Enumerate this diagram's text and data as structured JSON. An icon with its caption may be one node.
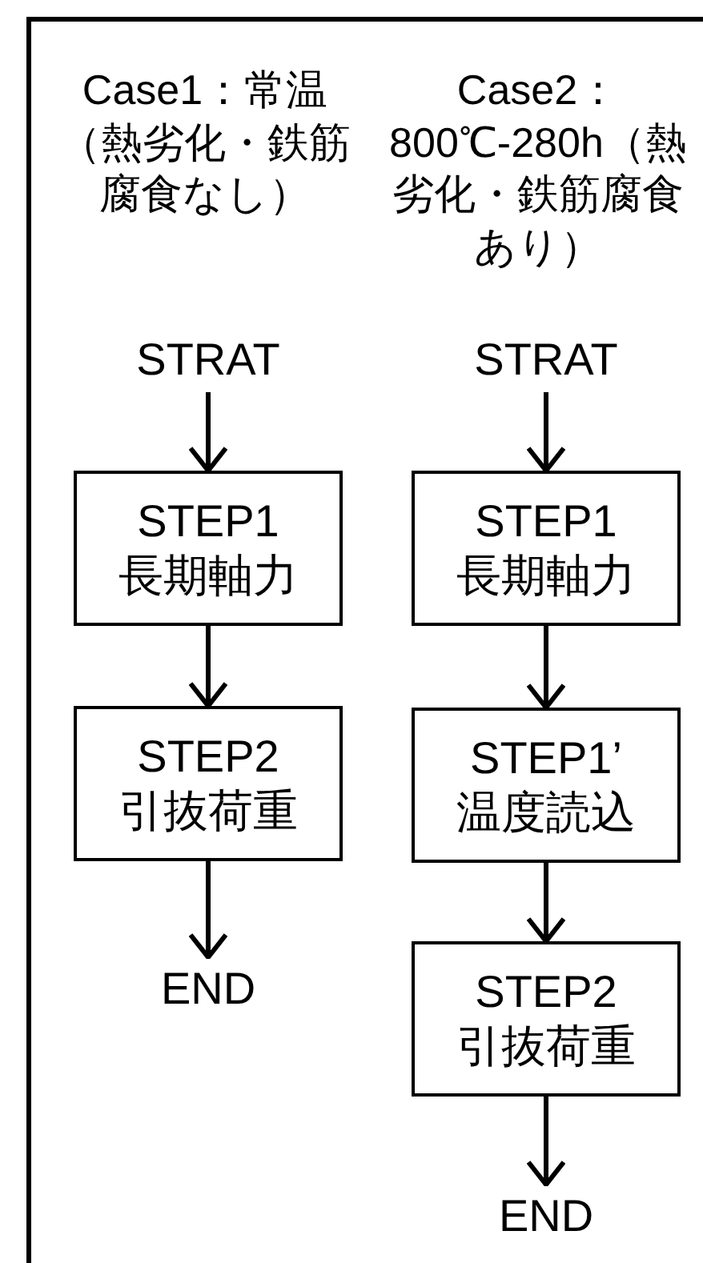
{
  "diagram": {
    "nodes": [
      {
        "text": [
          "STRAT"
        ]
      },
      {
        "text": [
          "STEP1",
          "長期軸力"
        ]
      },
      {
        "text": [
          "STEP2",
          "引抜荷重"
        ]
      },
      {
        "text": [
          "END"
        ]
      },
      {
        "text": [
          "STRAT"
        ]
      },
      {
        "text": [
          "STEP1",
          "長期軸力"
        ]
      },
      {
        "text": [
          "STEP1’",
          "温度読込"
        ]
      },
      {
        "text": [
          "STEP2",
          "引抜荷重"
        ]
      },
      {
        "text": [
          "END"
        ]
      }
    ],
    "edges": [
      {
        "from": 0,
        "to": 1,
        "arrow": "to"
      },
      {
        "from": 1,
        "to": 2,
        "arrow": "to"
      },
      {
        "from": 2,
        "to": 3,
        "arrow": "to"
      },
      {
        "from": 4,
        "to": 5,
        "arrow": "to"
      },
      {
        "from": 5,
        "to": 6,
        "arrow": "to"
      },
      {
        "from": 6,
        "to": 7,
        "arrow": "to"
      },
      {
        "from": 7,
        "to": 8,
        "arrow": "to"
      }
    ],
    "labels": [
      "Case1：常温（熱劣化・鉄筋腐食なし）",
      "Case2：800℃-280h（熱劣化・鉄筋腐食あり）"
    ]
  }
}
